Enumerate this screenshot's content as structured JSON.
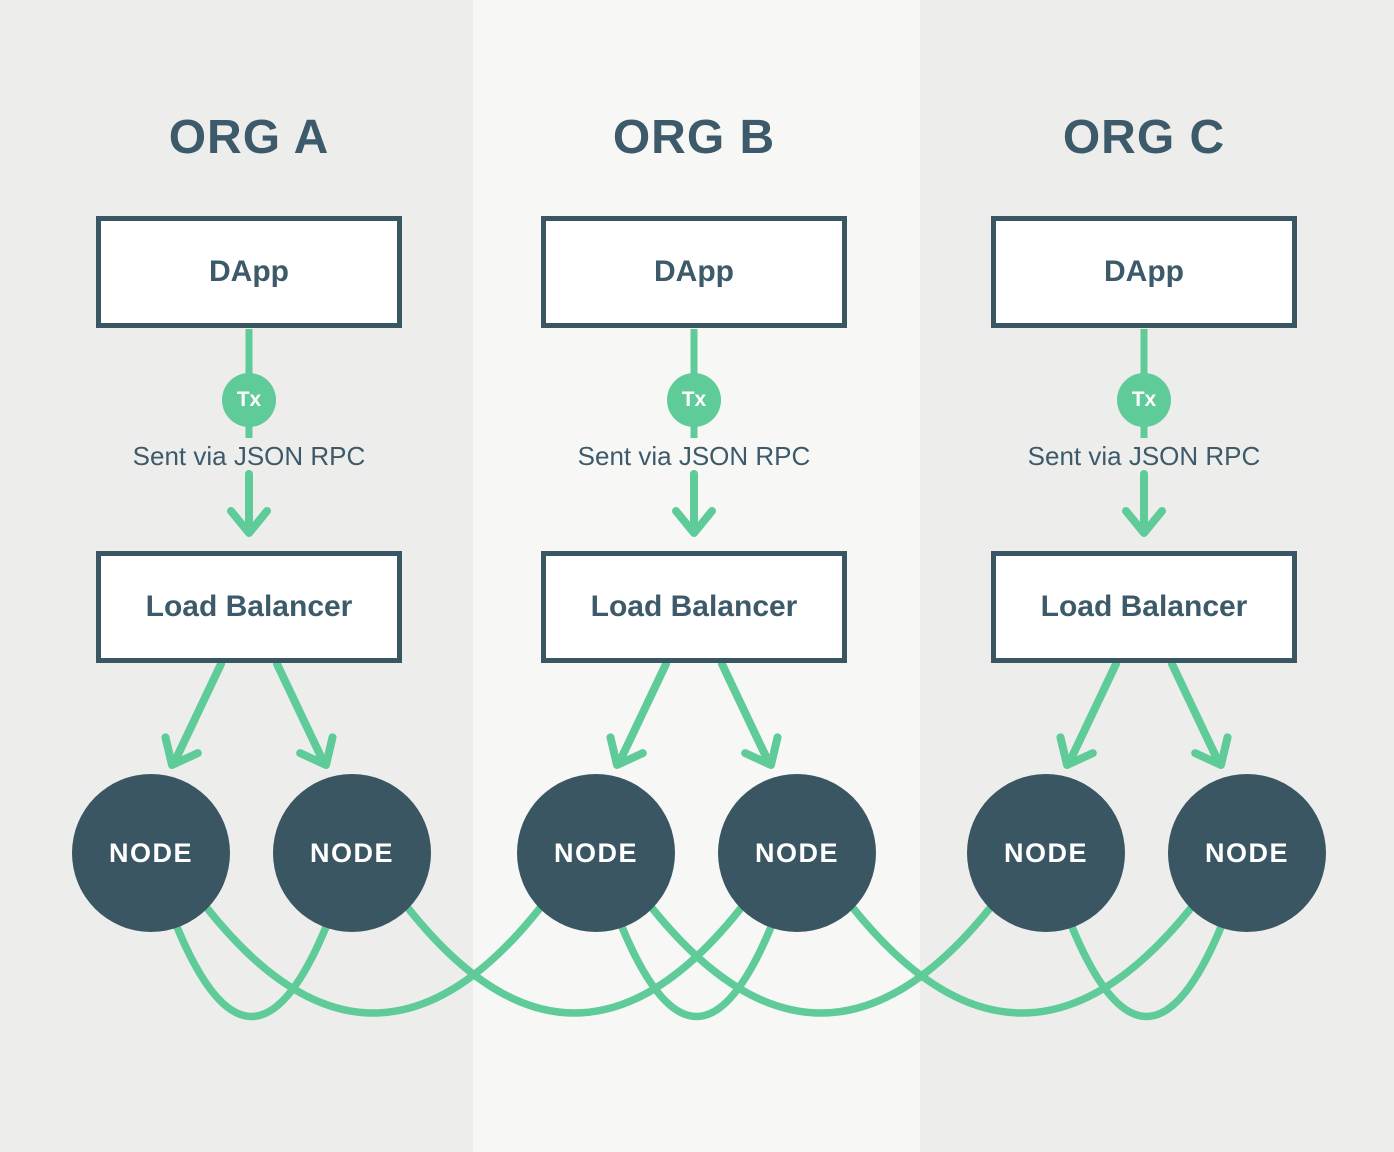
{
  "colors": {
    "accent_green": "#5ecb99",
    "dark_slate": "#3a5663",
    "text_slate": "#3d5a6a",
    "side_column_bg": "#edeeec",
    "center_column_bg": "#f7f8f6",
    "box_fill": "#ffffff",
    "node_label_color": "#ffffff"
  },
  "orgs": [
    {
      "title": "ORG A",
      "dapp_label": "DApp",
      "tx_badge": "Tx",
      "rpc_caption": "Sent via JSON RPC",
      "load_balancer_label": "Load Balancer",
      "nodes": [
        "NODE",
        "NODE"
      ]
    },
    {
      "title": "ORG B",
      "dapp_label": "DApp",
      "tx_badge": "Tx",
      "rpc_caption": "Sent via JSON RPC",
      "load_balancer_label": "Load Balancer",
      "nodes": [
        "NODE",
        "NODE"
      ]
    },
    {
      "title": "ORG C",
      "dapp_label": "DApp",
      "tx_badge": "Tx",
      "rpc_caption": "Sent via JSON RPC",
      "load_balancer_label": "Load Balancer",
      "nodes": [
        "NODE",
        "NODE"
      ]
    }
  ],
  "mesh_links": [
    {
      "from": "A-node-1",
      "to": "A-node-2"
    },
    {
      "from": "B-node-1",
      "to": "B-node-2"
    },
    {
      "from": "C-node-1",
      "to": "C-node-2"
    },
    {
      "from": "A-node-1",
      "to": "B-node-1"
    },
    {
      "from": "B-node-1",
      "to": "C-node-1"
    },
    {
      "from": "A-node-2",
      "to": "B-node-2"
    },
    {
      "from": "B-node-2",
      "to": "C-node-2"
    }
  ]
}
